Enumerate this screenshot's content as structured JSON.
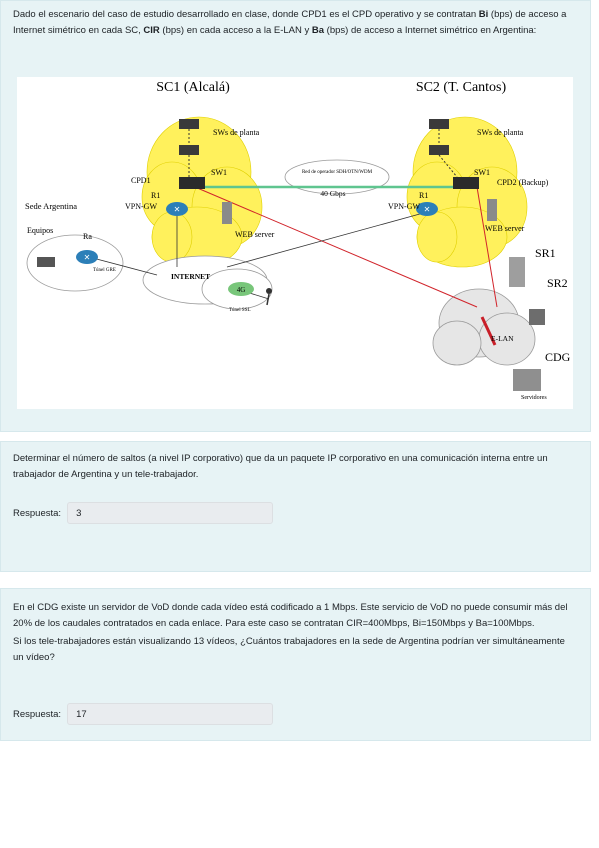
{
  "q1": {
    "intro_parts": [
      "Dado el escenario del caso de estudio desarrollado en clase, donde CPD1 es el CPD operativo y se contratan ",
      "Bi",
      " (bps) de acceso a Internet simétrico en cada SC, ",
      "CIR",
      " (bps) en cada acceso a la E-LAN y ",
      "Ba",
      " (bps) de acceso a Internet simétrico en Argentina:"
    ],
    "diagram": {
      "sc1": "SC1 (Alcalá)",
      "sc2": "SC2 (T. Cantos)",
      "sws_planta_1": "SWs de planta",
      "sws_planta_2": "SWs de planta",
      "sw1_a": "SW1",
      "sw1_b": "SW1",
      "cpd1": "CPD1",
      "cpd2": "CPD2 (Backup)",
      "r1_a": "R1",
      "r1_b": "R1",
      "vpngw_a": "VPN-GW",
      "vpngw_b": "VPN-GW",
      "red_operador": "Red de operador SDH/OTN/WDM",
      "gbps": "40 Gbps",
      "sede_argentina": "Sede Argentina",
      "equipos": "Equipos",
      "ra": "Ra",
      "tunel_gre": "Túnel GRE",
      "internet": "INTERNET",
      "g4": "4G",
      "tunel_ssl": "Túnel SSL",
      "web_a": "WEB server",
      "web_b": "WEB server",
      "sr1": "SR1",
      "sr2": "SR2",
      "elan": "E-LAN",
      "cdg": "CDG",
      "servidores": "Servidores"
    }
  },
  "q2": {
    "question": "Determinar el número de saltos (a nivel IP corporativo) que da un paquete IP corporativo en una comunicación interna entre un trabajador de Argentina y un tele-trabajador.",
    "answer_label": "Respuesta:",
    "answer_value": "3"
  },
  "q3": {
    "question_p1": "En el CDG existe un servidor de VoD donde  cada vídeo está codificado a 1 Mbps.  Este servicio de VoD no puede consumir más del 20% de los caudales contratados en cada enlace.  Para este caso se contratan CIR=400Mbps, Bi=150Mbps y Ba=100Mbps.",
    "question_p2": "Si los tele-trabajadores están visualizando 13 vídeos, ¿Cuántos trabajadores en la sede de Argentina podrían ver simultáneamente un vídeo?",
    "answer_label": "Respuesta:",
    "answer_value": "17"
  }
}
